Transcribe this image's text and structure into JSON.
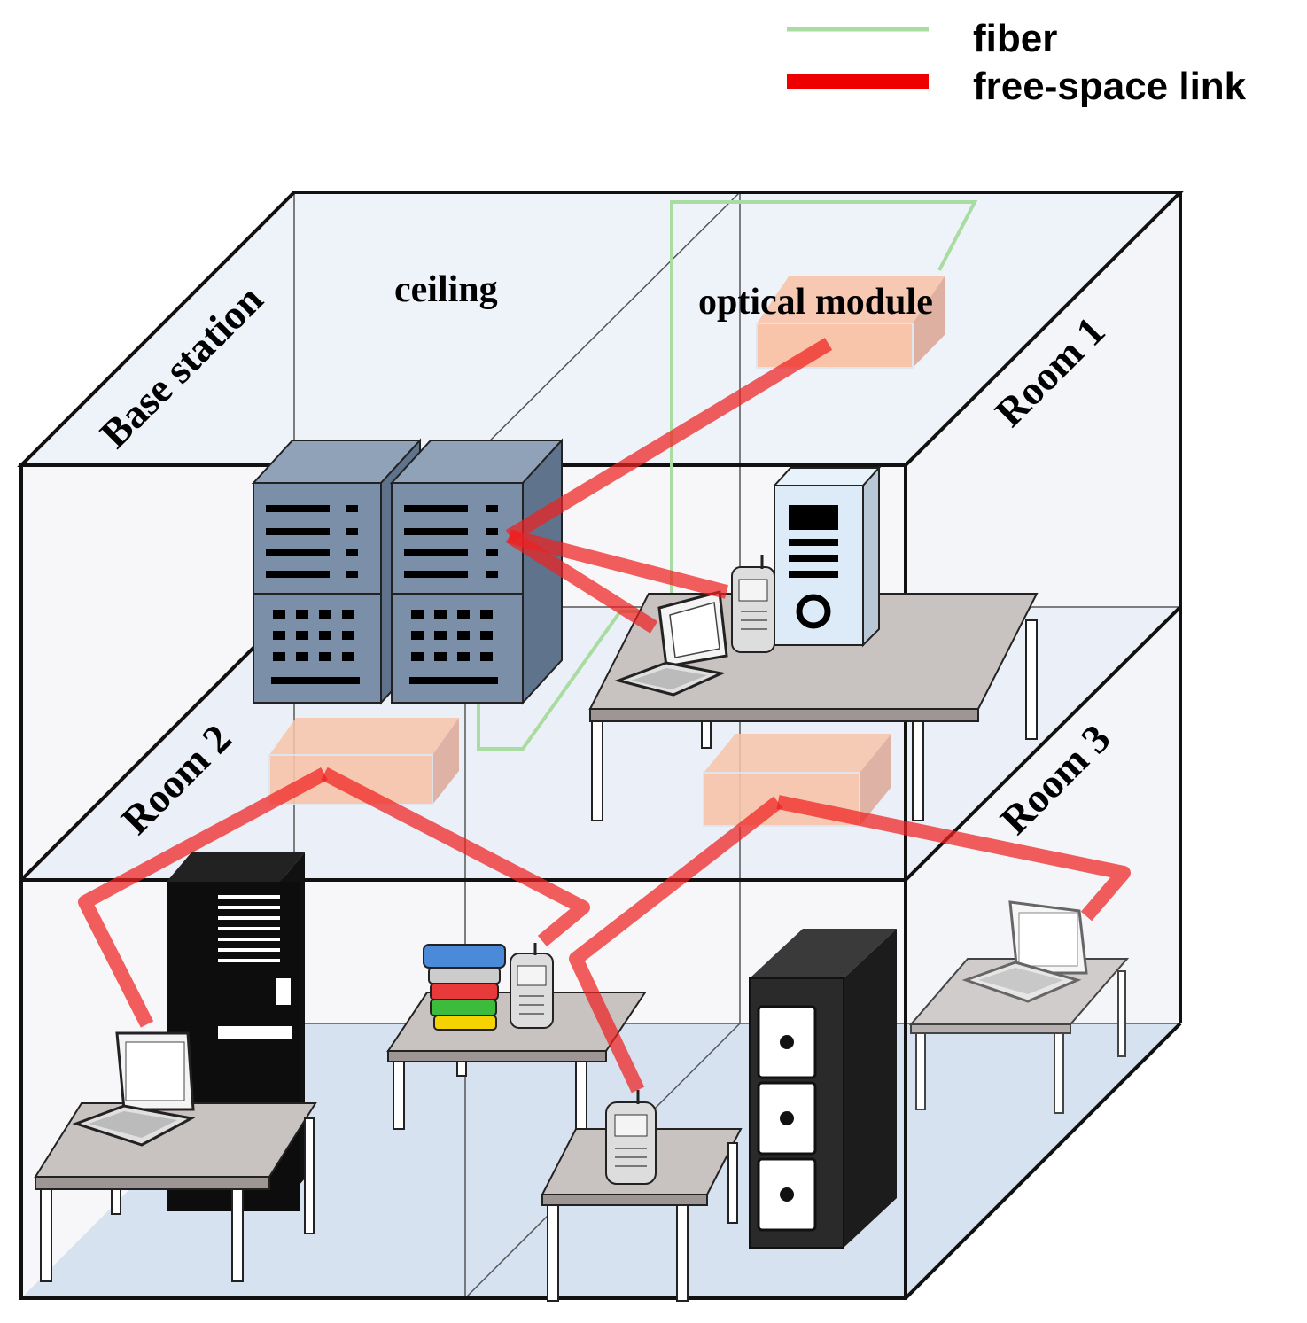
{
  "legend": {
    "items": [
      {
        "label": "fiber",
        "color": "#a8dca0"
      },
      {
        "label": "free-space link",
        "color": "#ee0000"
      }
    ]
  },
  "labels": {
    "base_station": "Base station",
    "ceiling": "ceiling",
    "optical_module": "optical module",
    "room1": "Room 1",
    "room2": "Room 2",
    "room3": "Room 3"
  },
  "colors": {
    "module_fill": "#f8c4aa",
    "module_side": "#dca898",
    "rack_fill": "#7b90a8",
    "cabinet_black": "#111111",
    "table_top": "#c8c2c0",
    "floor": "#d6e2f0",
    "ceiling_tint": "#eef3fa",
    "link_red": "#ee2020"
  }
}
